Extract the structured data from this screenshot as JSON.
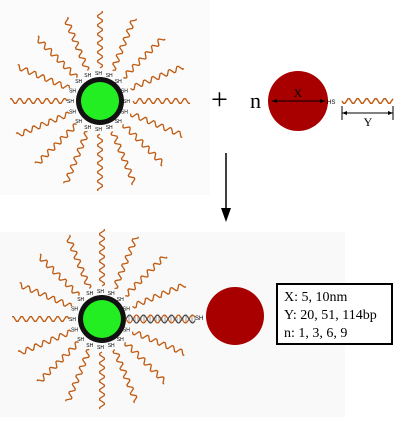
{
  "reaction": {
    "plus": "+",
    "coefficient": "n",
    "thiol": "SH",
    "thiol_rev": "HS",
    "dim_x": "X",
    "dim_y": "Y"
  },
  "legend": {
    "line_x": "X: 5, 10nm",
    "line_y": "Y: 20, 51, 114bp",
    "line_n": "n: 1, 3, 6, 9"
  },
  "colors": {
    "core": "#22ee22",
    "shell": "#111111",
    "red_particle": "#a80000",
    "dna": "#c05a10"
  }
}
